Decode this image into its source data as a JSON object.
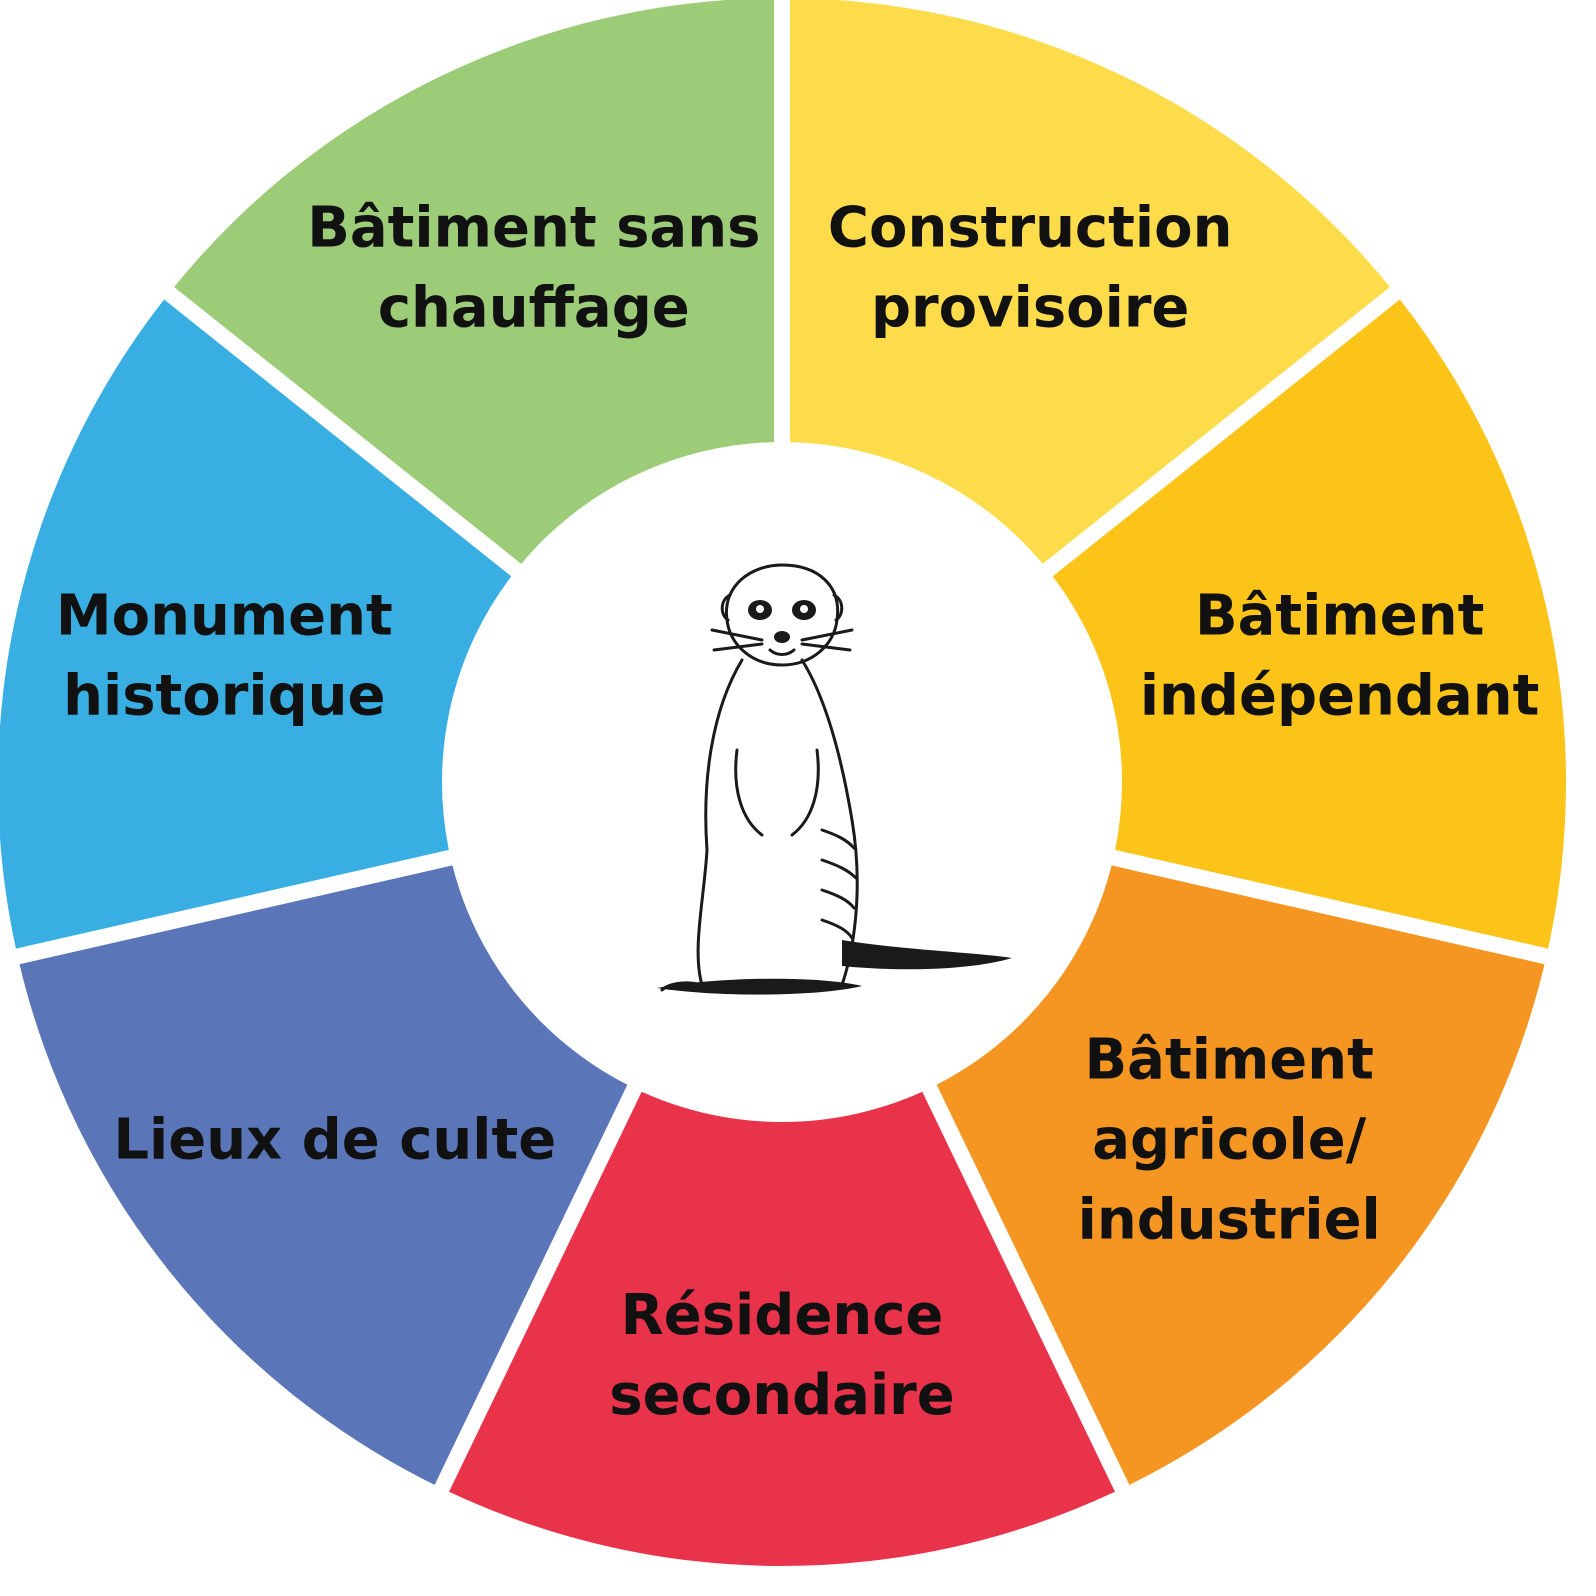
{
  "diagram": {
    "segments": [
      {
        "id": "batiment-sans-chauffage",
        "lines": [
          "Bâtiment sans",
          "chauffage"
        ],
        "color": "#9CCC78"
      },
      {
        "id": "construction-provisoire",
        "lines": [
          "Construction",
          "provisoire"
        ],
        "color": "#FDDC4B"
      },
      {
        "id": "batiment-independant",
        "lines": [
          "Bâtiment",
          "indépendant"
        ],
        "color": "#FCC419"
      },
      {
        "id": "batiment-agricole-industriel",
        "lines": [
          "Bâtiment",
          "agricole/",
          "industriel"
        ],
        "color": "#F59623"
      },
      {
        "id": "residence-secondaire",
        "lines": [
          "Résidence",
          "secondaire"
        ],
        "color": "#E8334A"
      },
      {
        "id": "lieux-de-culte",
        "lines": [
          "Lieux de culte"
        ],
        "color": "#5B76B8"
      },
      {
        "id": "monument-historique",
        "lines": [
          "Monument",
          "historique"
        ],
        "color": "#38AEE3"
      }
    ],
    "center_icon": "meerkat-icon"
  }
}
